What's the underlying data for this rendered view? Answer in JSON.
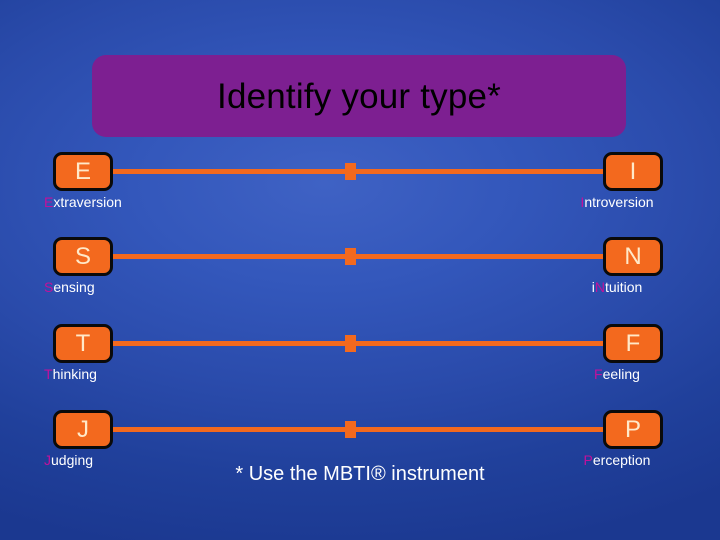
{
  "slide": {
    "title": "Identify your type*",
    "footnote": "* Use the MBTI® instrument",
    "background_color": "#2a4cab",
    "title_banner_color": "#7d1f91",
    "title_text_color": "#000000",
    "accent_color": "#f3691e",
    "highlight_letter_color": "#c2119b",
    "caption_text_color": "#ffffff"
  },
  "dichotomies": [
    {
      "id": "ei",
      "left": {
        "letter": "E",
        "caption_head": "E",
        "caption_tail": "xtraversion"
      },
      "right": {
        "letter": "I",
        "caption_head": "I",
        "caption_tail": "ntroversion"
      },
      "marker_position_percent": 48
    },
    {
      "id": "sn",
      "left": {
        "letter": "S",
        "caption_head": "S",
        "caption_tail": "ensing"
      },
      "right": {
        "letter": "N",
        "caption_head_pre": "i",
        "caption_head": "N",
        "caption_tail": "tuition"
      },
      "marker_position_percent": 48
    },
    {
      "id": "tf",
      "left": {
        "letter": "T",
        "caption_head": "T",
        "caption_tail": "hinking"
      },
      "right": {
        "letter": "F",
        "caption_head": "F",
        "caption_tail": "eeling"
      },
      "marker_position_percent": 48
    },
    {
      "id": "jp",
      "left": {
        "letter": "J",
        "caption_head": "J",
        "caption_tail": "udging"
      },
      "right": {
        "letter": "P",
        "caption_head": "P",
        "caption_tail": "erception"
      },
      "marker_position_percent": 48
    }
  ]
}
